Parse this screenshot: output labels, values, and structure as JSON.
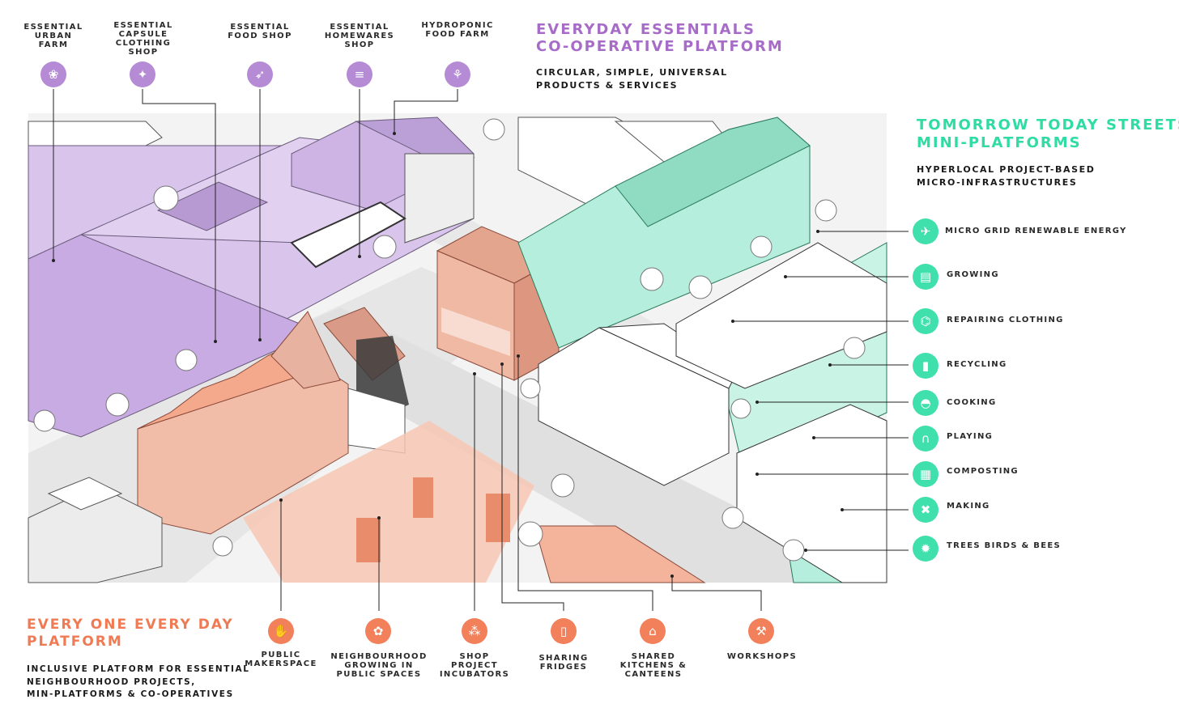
{
  "colors": {
    "purple": "#b68bd6",
    "mint": "#3fe0ac",
    "coral": "#f2805a"
  },
  "top_platform": {
    "title_line1": "EVERYDAY ESSENTIALS",
    "title_line2": "CO-OPERATIVE PLATFORM",
    "subtitle_line1": "CIRCULAR, SIMPLE, UNIVERSAL",
    "subtitle_line2": "PRODUCTS & SERVICES",
    "items": [
      {
        "label": "ESSENTIAL URBAN FARM",
        "icon": "cabbage-icon"
      },
      {
        "label": "ESSENTIAL CAPSULE CLOTHING SHOP",
        "icon": "clothing-icon"
      },
      {
        "label": "ESSENTIAL FOOD SHOP",
        "icon": "carrot-icon"
      },
      {
        "label": "ESSENTIAL HOMEWARES SHOP",
        "icon": "plates-icon"
      },
      {
        "label": "HYDROPONIC FOOD FARM",
        "icon": "wheat-icon"
      }
    ]
  },
  "right_platform": {
    "title_line1": "TOMORROW TODAY STREETS",
    "title_line2": "MINI-PLATFORMS",
    "subtitle_line1": "HYPERLOCAL PROJECT-BASED",
    "subtitle_line2": "MICRO-INFRASTRUCTURES",
    "items": [
      {
        "label": "MICRO GRID RENEWABLE ENERGY",
        "icon": "wind-turbine-icon"
      },
      {
        "label": "GROWING",
        "icon": "watering-can-icon"
      },
      {
        "label": "REPAIRING CLOTHING",
        "icon": "sewing-machine-icon"
      },
      {
        "label": "RECYCLING",
        "icon": "bottle-icon"
      },
      {
        "label": "COOKING",
        "icon": "cloche-icon"
      },
      {
        "label": "PLAYING",
        "icon": "slide-icon"
      },
      {
        "label": "COMPOSTING",
        "icon": "compost-bin-icon"
      },
      {
        "label": "MAKING",
        "icon": "tools-icon"
      },
      {
        "label": "TREES BIRDS & BEES",
        "icon": "bee-icon"
      }
    ]
  },
  "bottom_platform": {
    "title_line1": "EVERY ONE EVERY DAY",
    "title_line2": "PLATFORM",
    "subtitle_line1": "INCLUSIVE PLATFORM FOR ESSENTIAL",
    "subtitle_line2": "NEIGHBOURHOOD PROJECTS,",
    "subtitle_line3": "MIN-PLATFORMS & CO-OPERATIVES",
    "items": [
      {
        "label": "PUBLIC MAKERSPACE",
        "icon": "hand-icon"
      },
      {
        "label": "NEIGHBOURHOOD GROWING IN PUBLIC SPACES",
        "icon": "sprout-icon"
      },
      {
        "label": "SHOP PROJECT INCUBATORS",
        "icon": "network-icon"
      },
      {
        "label": "SHARING FRIDGES",
        "icon": "fridge-icon"
      },
      {
        "label": "SHARED KITCHENS & CANTEENS",
        "icon": "kitchen-icon"
      },
      {
        "label": "WORKSHOPS",
        "icon": "workbench-icon"
      }
    ]
  }
}
